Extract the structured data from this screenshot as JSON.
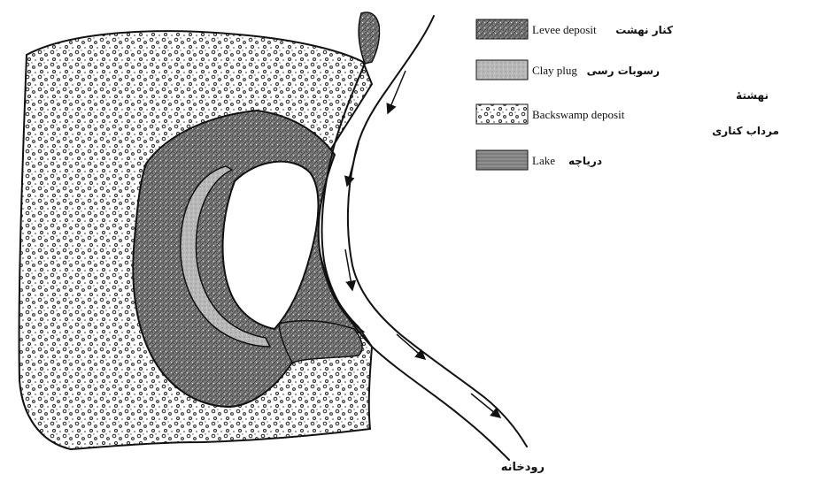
{
  "legend": [
    {
      "english": "Levee deposit",
      "persian": "کنار نهشت",
      "pattern": "levee"
    },
    {
      "english": "Clay plug",
      "persian": "رسوبات رسی",
      "pattern": "clay"
    },
    {
      "english": "Backswamp deposit",
      "persian_line1": "نهشتهٔ",
      "persian_line2": "مرداب کناری",
      "pattern": "backswamp"
    },
    {
      "english": "Lake",
      "persian": "دریاچه",
      "pattern": "lake"
    }
  ],
  "labels": {
    "river": "رودخانه"
  },
  "colors": {
    "ink": "#111111",
    "levee": "#7a7a7a",
    "clay": "#b8b8b8",
    "lake": "#8f8f8f",
    "paper": "#ffffff"
  }
}
